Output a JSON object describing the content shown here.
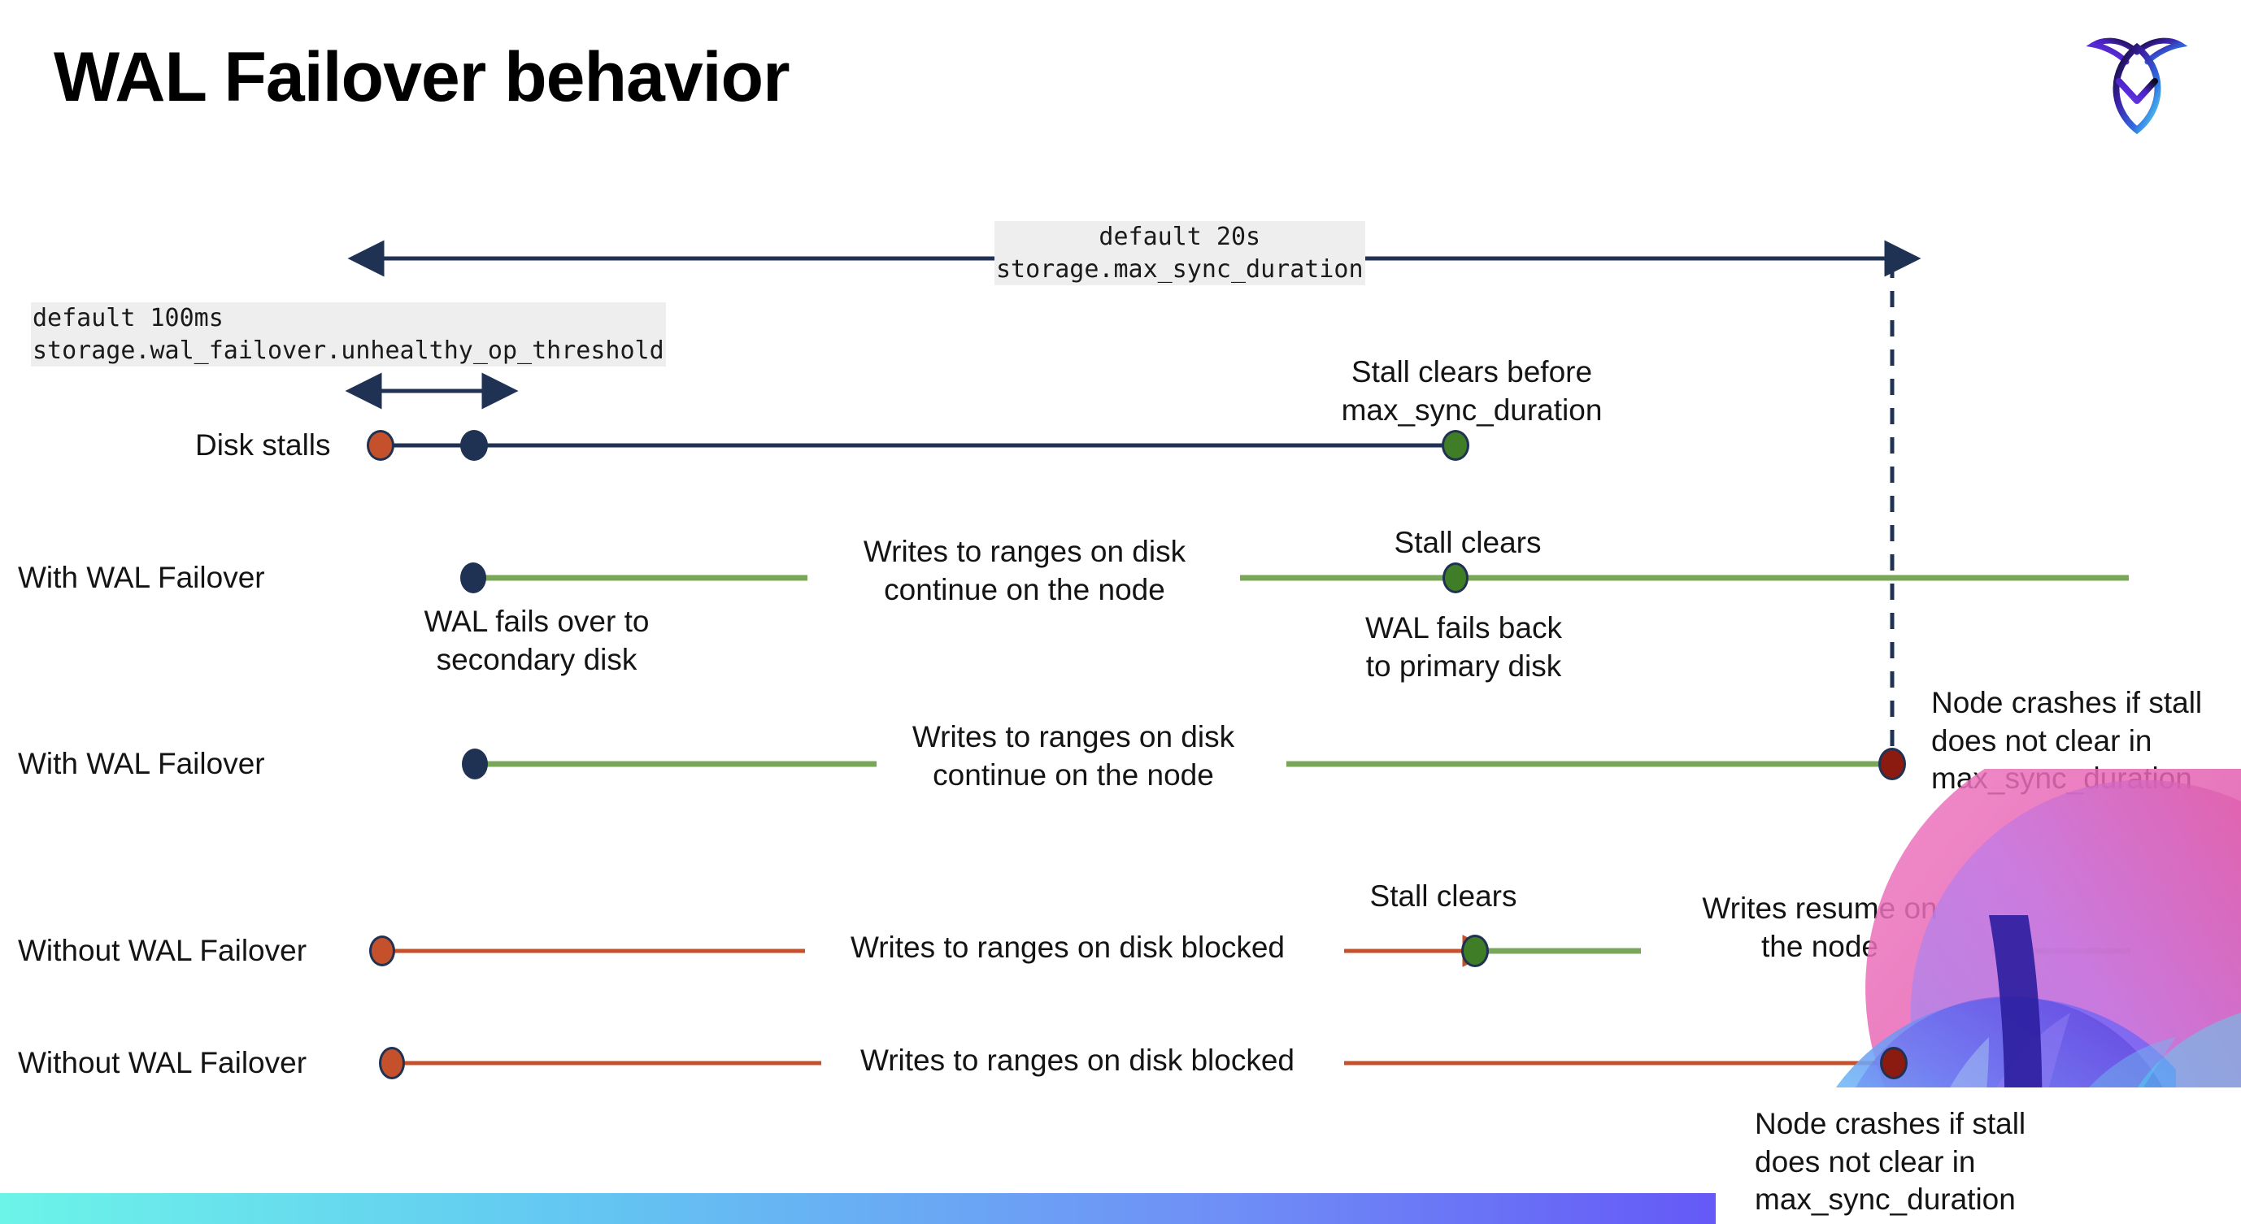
{
  "slide": {
    "title": "WAL Failover behavior",
    "logo_name": "cockroachdb-logo"
  },
  "colors": {
    "navy": "#1f3254",
    "green_line": "#78a75a",
    "red_line": "#c4512b",
    "orange_dot": "#c4512b",
    "navy_dot": "#1f3254",
    "green_dot": "#3f7d26",
    "dark_red_dot": "#8b1a11",
    "code_bg": "#eeeeee",
    "gradient_start": "#6cf4e8",
    "gradient_end": "#5d3df2"
  },
  "annotations": {
    "max_sync_duration": {
      "default": "default 20s",
      "setting": "storage.max_sync_duration"
    },
    "unhealthy_op_threshold": {
      "default": "default 100ms",
      "setting": "storage.wal_failover.unhealthy_op_threshold"
    }
  },
  "rows": [
    {
      "id": "disk-stalls",
      "label": "Disk stalls",
      "notes": [
        "Stall clears before\nmax_sync_duration"
      ]
    },
    {
      "id": "with-wal-failover-clears",
      "label": "With WAL Failover",
      "notes": [
        "Writes to ranges on disk\ncontinue on the node",
        "Stall clears",
        "WAL fails over to\nsecondary disk",
        "WAL fails  back\nto primary disk"
      ]
    },
    {
      "id": "with-wal-failover-crash",
      "label": "With WAL Failover",
      "notes": [
        "Writes to ranges on disk\ncontinue on the node",
        "Node crashes if stall\ndoes not clear in\nmax_sync_duration"
      ]
    },
    {
      "id": "without-wal-failover-clears",
      "label": "Without WAL Failover",
      "notes": [
        "Writes to ranges on disk  blocked",
        "Stall clears",
        "Writes resume on\nthe node"
      ]
    },
    {
      "id": "without-wal-failover-crash",
      "label": "Without WAL Failover",
      "notes": [
        "Writes to ranges on disk  blocked",
        "Node crashes if stall\ndoes not clear in\nmax_sync_duration"
      ]
    }
  ]
}
